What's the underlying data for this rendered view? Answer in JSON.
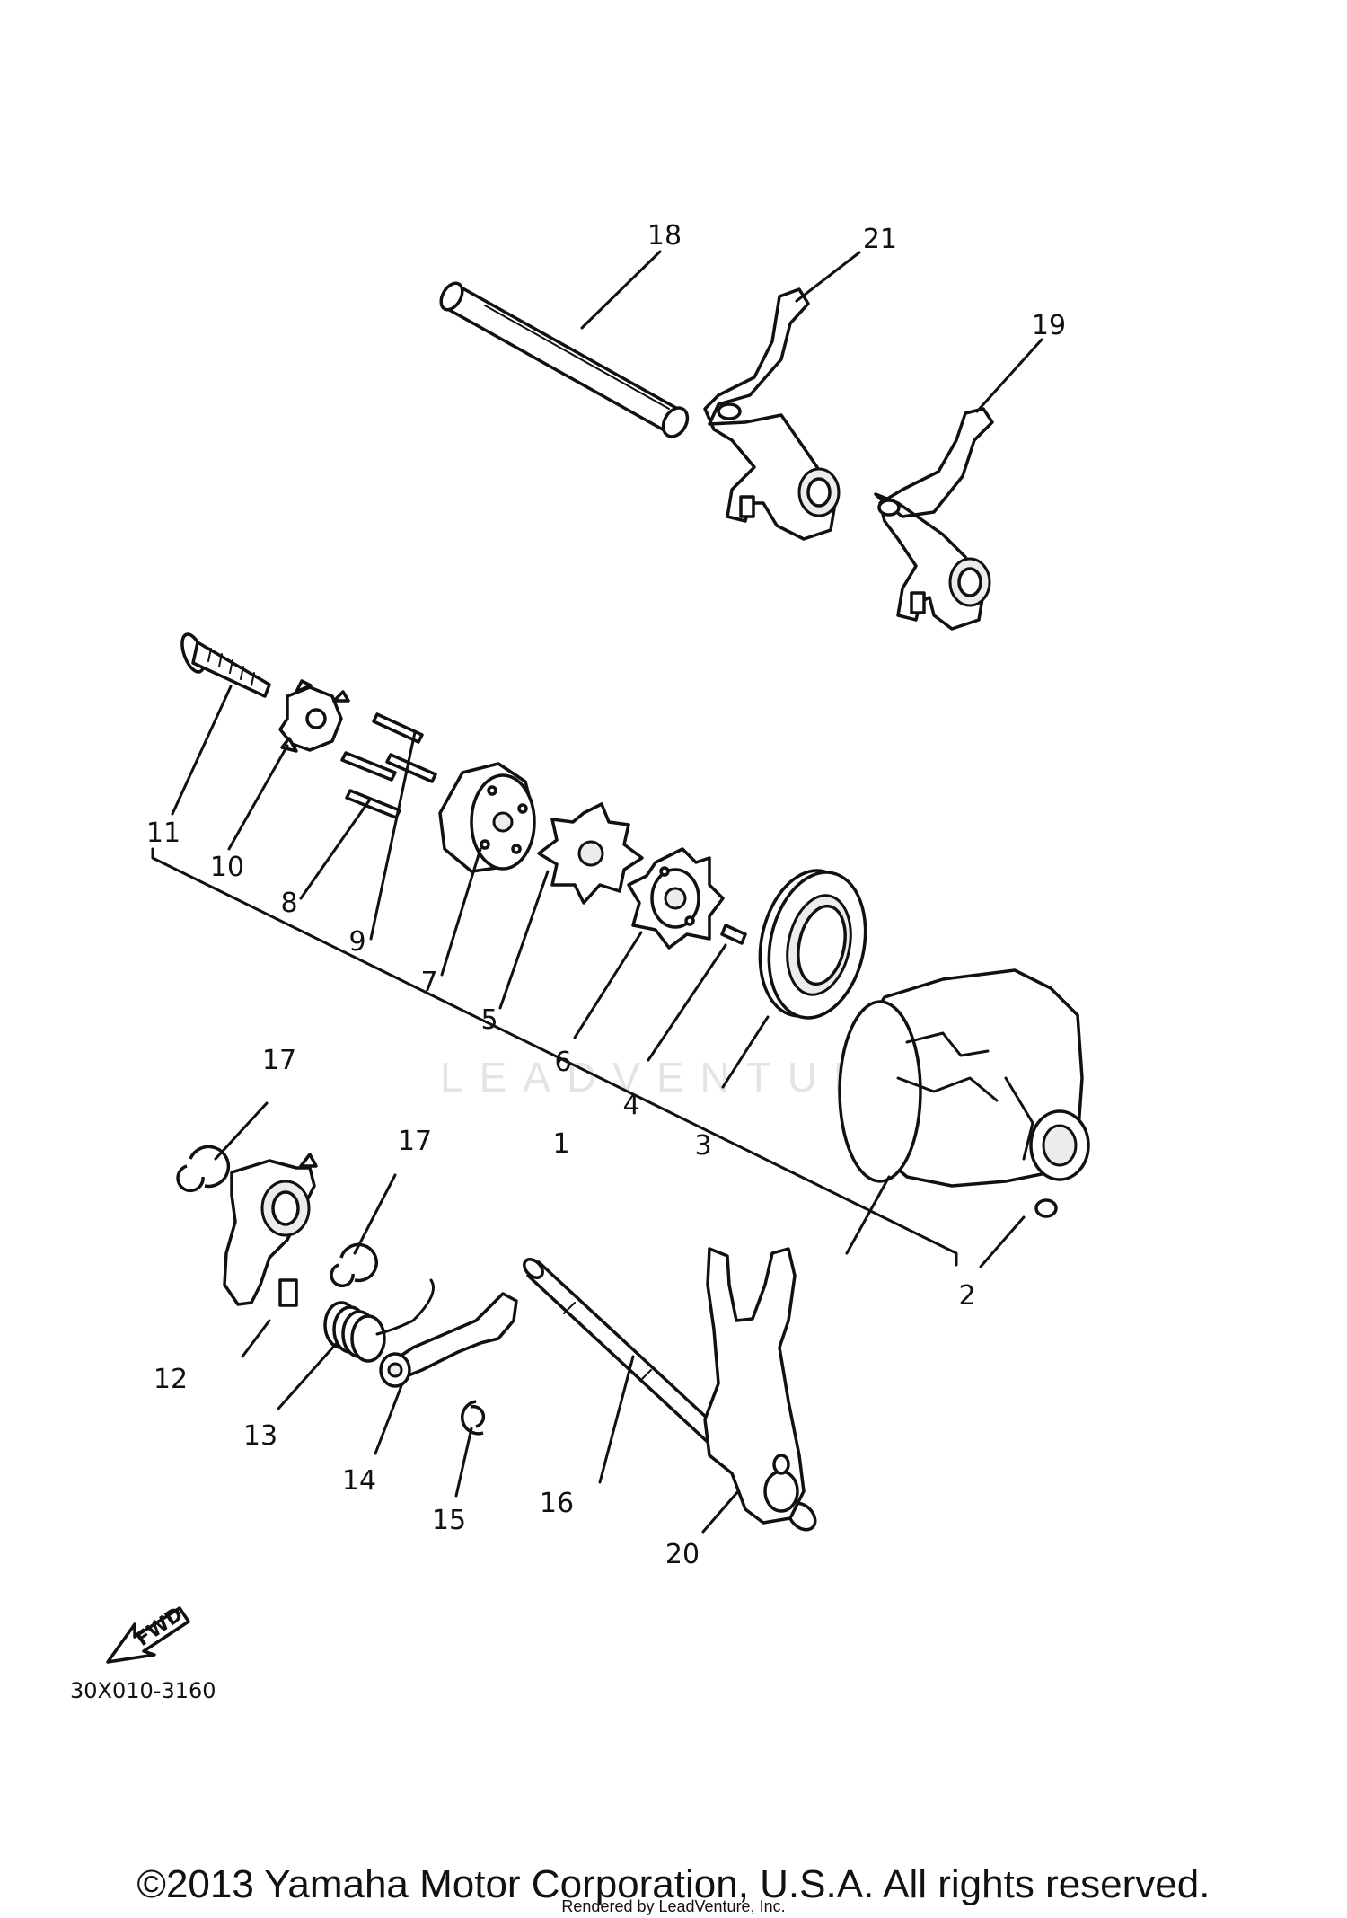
{
  "diagram_code": "30X010-3160",
  "fwd_label": "FWD",
  "watermark": "LEADVENTURE",
  "copyright": "©2013 Yamaha Motor Corporation, U.S.A. All rights reserved.",
  "rendered_by": "Rendered by LeadVenture, Inc.",
  "callouts": {
    "c1": "1",
    "c2": "2",
    "c3": "3",
    "c4": "4",
    "c5": "5",
    "c6": "6",
    "c7": "7",
    "c8": "8",
    "c9": "9",
    "c10": "10",
    "c11": "11",
    "c12": "12",
    "c13": "13",
    "c14": "14",
    "c15": "15",
    "c16": "16",
    "c17a": "17",
    "c17b": "17",
    "c18": "18",
    "c19": "19",
    "c20": "20",
    "c21": "21"
  }
}
